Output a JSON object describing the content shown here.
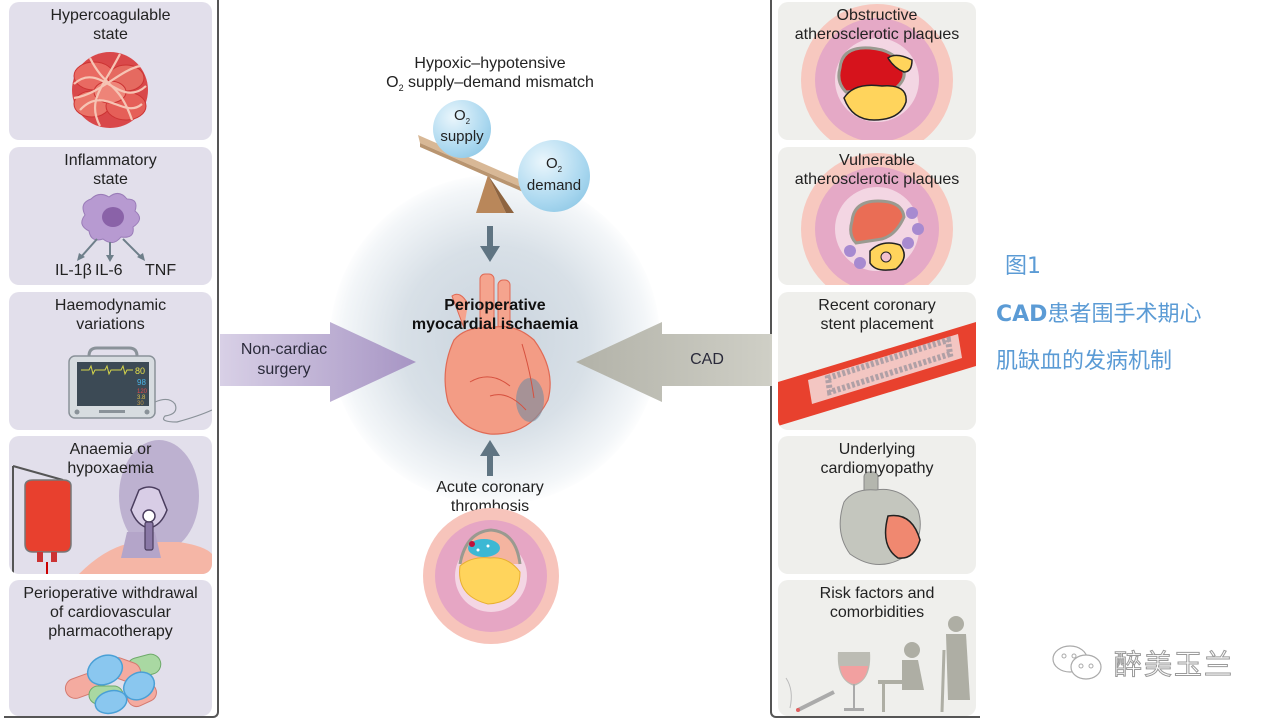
{
  "left_panels": [
    {
      "title": "Hypercoagulable\nstate",
      "illustration": "blood-clot"
    },
    {
      "title": "Inflammatory\nstate",
      "illustration": "macrophage",
      "cytokines": [
        "IL-1β",
        "IL-6",
        "TNF"
      ]
    },
    {
      "title": "Haemodynamic\nvariations",
      "illustration": "patient-monitor",
      "monitor_readings": [
        "80",
        "98",
        "120",
        "3.8",
        "30"
      ]
    },
    {
      "title": "Anaemia or\nhypoxaemia",
      "illustration": "blood-bag-and-oxygen-mask"
    },
    {
      "title": "Perioperative withdrawal\nof cardiovascular\npharmacotherapy",
      "illustration": "pills"
    }
  ],
  "right_panels": [
    {
      "title": "Obstructive\natherosclerotic plaques",
      "illustration": "artery-cross-section-obstructive"
    },
    {
      "title": "Vulnerable\natherosclerotic plaques",
      "illustration": "artery-cross-section-vulnerable"
    },
    {
      "title": "Recent coronary\nstent placement",
      "illustration": "stented-artery"
    },
    {
      "title": "Underlying\ncardiomyopathy",
      "illustration": "heart-cardiomyopathy"
    },
    {
      "title": "Risk factors and\ncomorbidities",
      "illustration": "cigarette-wine-sedentary-elderly"
    }
  ],
  "center": {
    "top_label_line1": "Hypoxic–hypotensive",
    "top_label_line2_prefix": "O",
    "top_label_line2_sub": "2",
    "top_label_line2_suffix": " supply–demand mismatch",
    "supply_ball": {
      "o": "O",
      "sub": "2",
      "label": "supply"
    },
    "demand_ball": {
      "o": "O",
      "sub": "2",
      "label": "demand"
    },
    "main_title_line1": "Perioperative",
    "main_title_line2": "myocardial ischaemia",
    "bottom_label_line1": "Acute coronary",
    "bottom_label_line2": "thrombosis"
  },
  "arrows": {
    "left_label_line1": "Non-cardiac",
    "left_label_line2": "surgery",
    "right_label": "CAD"
  },
  "caption": {
    "fig_label": "图1",
    "line1_bold": "CAD",
    "line1_rest": "患者围手术期心",
    "line2": "肌缺血的发病机制"
  },
  "watermark": {
    "text": "醉美玉兰",
    "icon": "wechat-icon"
  },
  "colors": {
    "caption_blue": "#5b9bd5",
    "left_panel_bg": "#e2dfeb",
    "right_panel_bg": "#efefec",
    "left_arrow": "#b3a5cc",
    "right_arrow": "#bdbdb2",
    "heart": "#f29a85"
  }
}
